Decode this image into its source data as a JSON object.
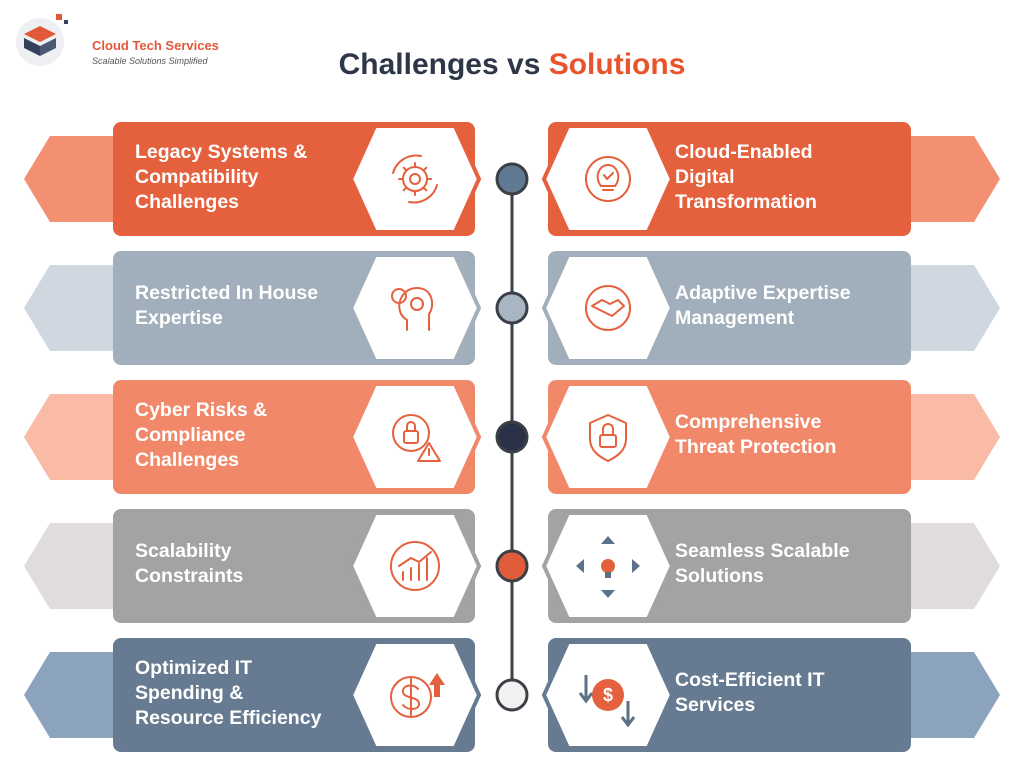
{
  "brand": {
    "name": "Cloud Tech Services",
    "tagline": "Scalable Solutions Simplified"
  },
  "title": {
    "part1": "Challenges vs ",
    "part2": "Solutions"
  },
  "rows": [
    {
      "challenge": [
        "Legacy Systems &",
        "Compatibility",
        "Challenges"
      ],
      "challenge_icon": "gear-cycle-icon",
      "solution": [
        "Cloud-Enabled",
        "Digital",
        "Transformation"
      ],
      "solution_icon": "lightbulb-gear-icon",
      "colors": {
        "card": "#e5603d",
        "tab": "#f39072",
        "node": "#607a93"
      }
    },
    {
      "challenge": [
        "Restricted In House",
        "Expertise"
      ],
      "challenge_icon": "head-gears-icon",
      "solution": [
        "Adaptive Expertise",
        "Management"
      ],
      "solution_icon": "handshake-gear-icon",
      "colors": {
        "card": "#a1afbc",
        "tab": "#cfd8e1",
        "node": "#a8b5c2"
      }
    },
    {
      "challenge": [
        "Cyber Risks &",
        "Compliance",
        "Challenges"
      ],
      "challenge_icon": "lock-gear-warning-icon",
      "solution": [
        "Comprehensive",
        "Threat Protection"
      ],
      "solution_icon": "shield-lock-icon",
      "colors": {
        "card": "#f1886a",
        "tab": "#f9bba6",
        "node": "#2b3147"
      }
    },
    {
      "challenge": [
        "Scalability",
        "Constraints"
      ],
      "challenge_icon": "growth-chart-icon",
      "solution": [
        "Seamless Scalable",
        "Solutions"
      ],
      "solution_icon": "expand-arrows-icon",
      "colors": {
        "card": "#a3a3a3",
        "tab": "#e0dcdc",
        "node": "#e15c3a"
      }
    },
    {
      "challenge": [
        "Optimized IT",
        "Spending &",
        "Resource Efficiency"
      ],
      "challenge_icon": "dollar-up-icon",
      "solution": [
        "Cost-Efficient IT",
        "Services"
      ],
      "solution_icon": "coin-down-icon",
      "colors": {
        "card": "#667b91",
        "tab": "#8ba3bd",
        "node": "#f1f1f1"
      }
    }
  ]
}
